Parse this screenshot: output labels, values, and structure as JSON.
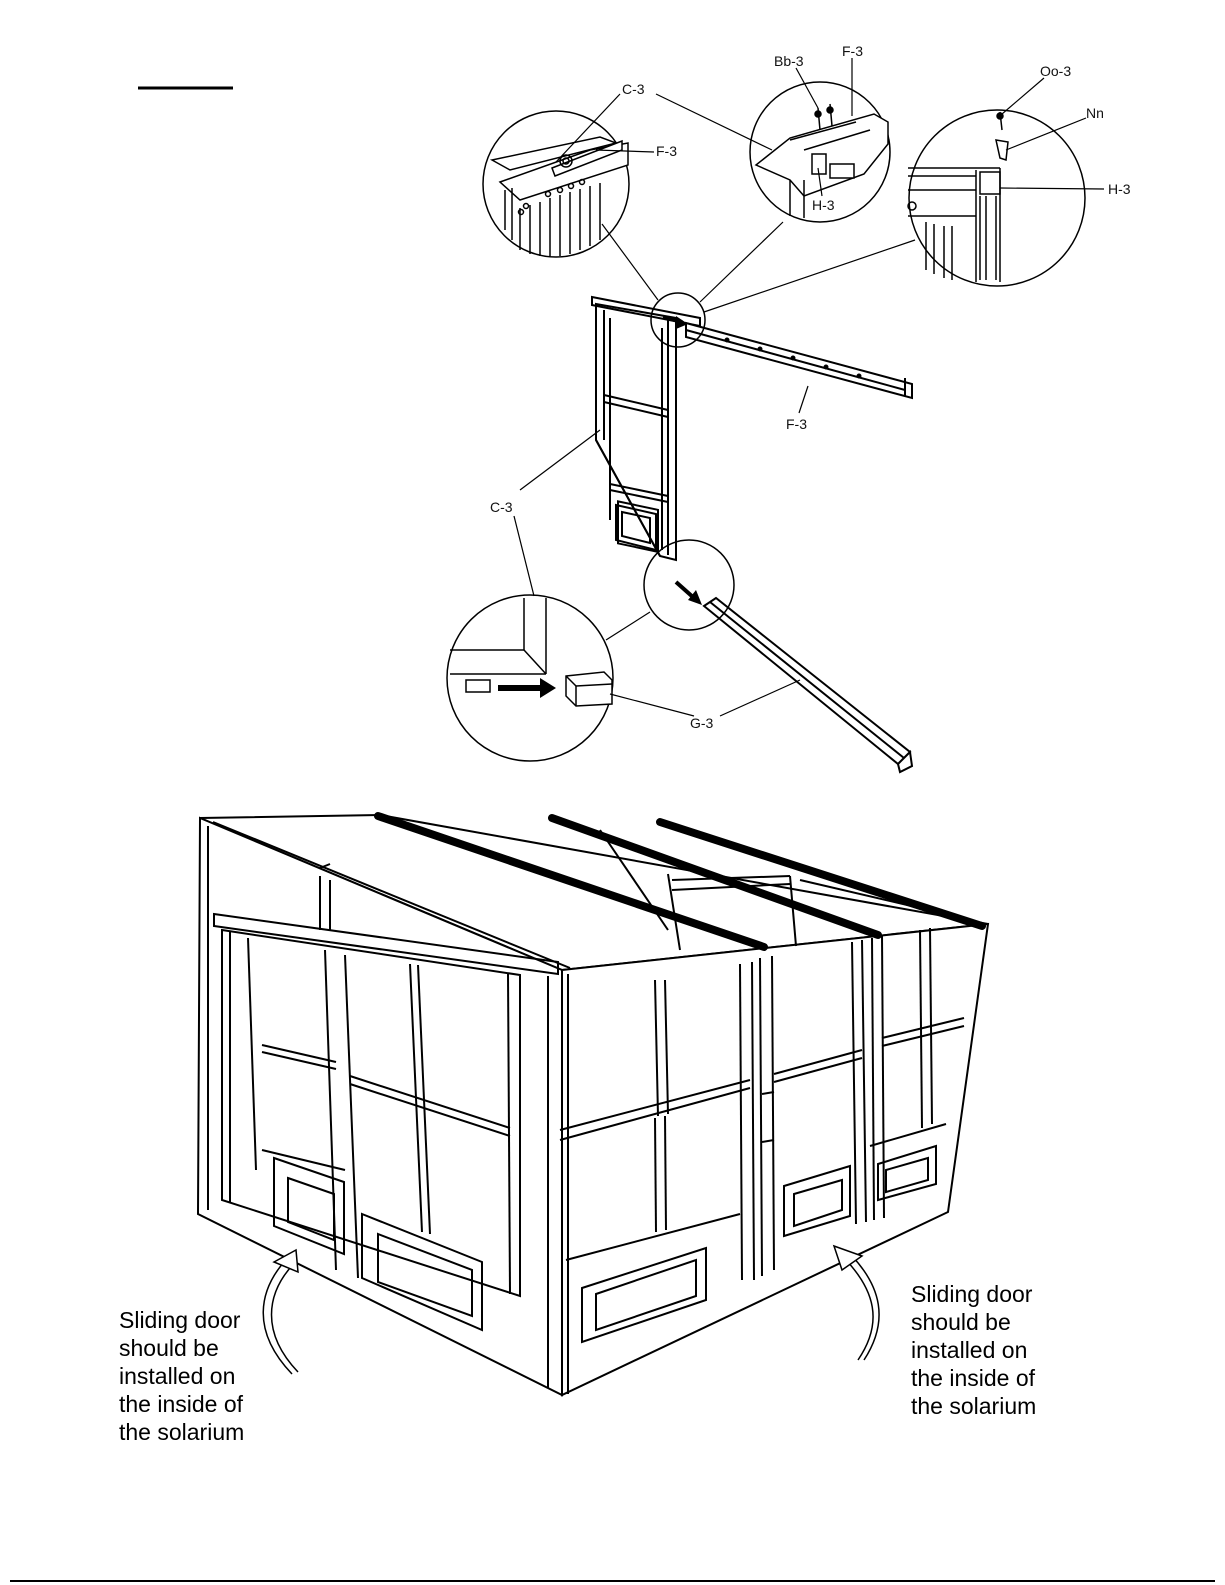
{
  "callouts": {
    "c3_top": "C-3",
    "f3_zoom_left": "F-3",
    "bb3": "Bb-3",
    "f3_zoom_mid": "F-3",
    "h3_zoom_mid": "H-3",
    "oo3": "Oo-3",
    "nn": "Nn",
    "h3_zoom_right": "H-3",
    "f3_main": "F-3",
    "c3_main": "C-3",
    "g3": "G-3"
  },
  "notes": {
    "left": "Sliding door\nshould be\ninstalled on\nthe inside of\nthe solarium",
    "right": "Sliding door\nshould be\ninstalled on\nthe inside of\nthe solarium"
  }
}
